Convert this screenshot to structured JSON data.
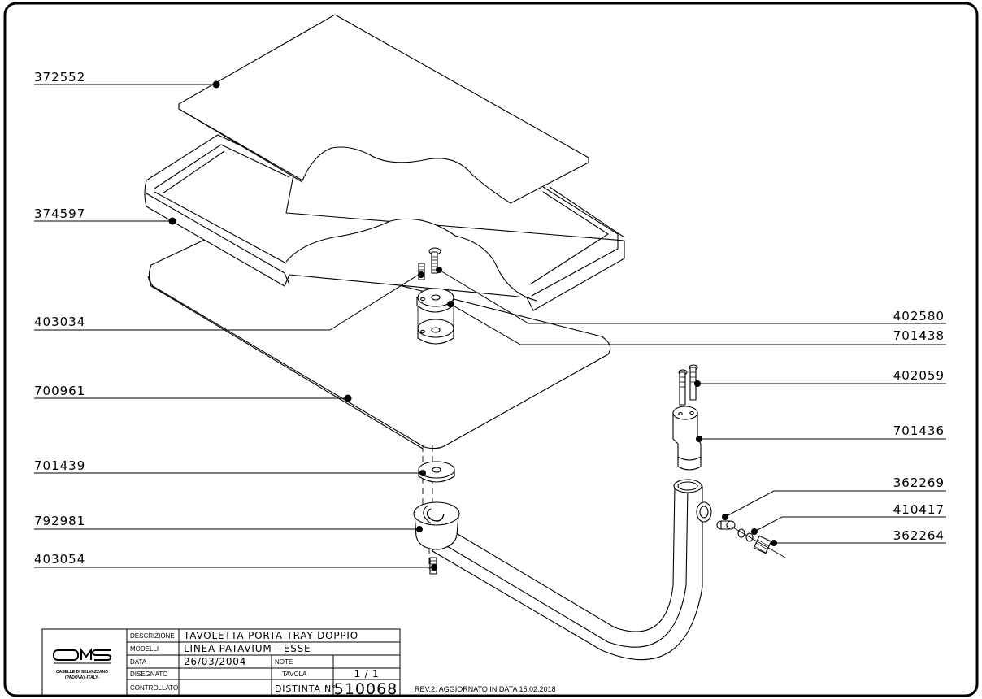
{
  "callouts": {
    "left": [
      "372552",
      "374597",
      "403034",
      "700961",
      "701439",
      "792981",
      "403054"
    ],
    "right": [
      "402580",
      "701438",
      "402059",
      "701436",
      "362269",
      "410417",
      "362264"
    ]
  },
  "title_block": {
    "logo": "OMS",
    "company_line1": "CASELLE DI SELVAZZANO",
    "company_line2": "(PADOVA) -ITALY-",
    "labels": {
      "descrizione": "DESCRIZIONE",
      "modelli": "MODELLI",
      "data": "DATA",
      "disegnato": "DISEGNATO",
      "controllato": "CONTROLLATO",
      "note": "NOTE",
      "tavola": "TAVOLA",
      "distinta": "DISTINTA N°"
    },
    "values": {
      "descrizione": "TAVOLETTA PORTA TRAY DOPPIO",
      "modelli": "LINEA PATAVIUM - ESSE",
      "data": "26/03/2004",
      "tavola": "1 / 1",
      "distinta": "510068"
    }
  },
  "revision_note": "REV.2: AGGIORNATO IN DATA 15.02.2018"
}
